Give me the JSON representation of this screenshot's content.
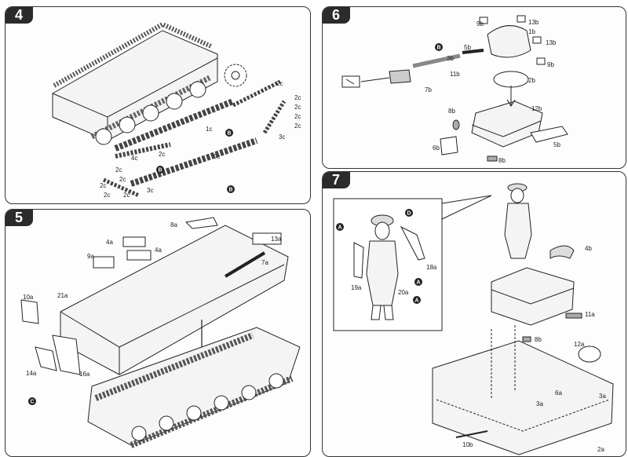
{
  "steps": [
    {
      "number": "4"
    },
    {
      "number": "5"
    },
    {
      "number": "6"
    },
    {
      "number": "7"
    }
  ],
  "step4": {
    "labels": [
      "1c",
      "2c",
      "2c",
      "2c",
      "2c",
      "2c",
      "2c",
      "2c",
      "2c",
      "2c",
      "2c",
      "2c",
      "3c",
      "3c",
      "4c",
      "5c"
    ],
    "callouts": [
      "B",
      "B",
      "B"
    ]
  },
  "step5": {
    "labels": [
      "8a",
      "13a",
      "4a",
      "4a",
      "9a",
      "7a",
      "21a",
      "10a",
      "16a",
      "14a"
    ],
    "callouts": [
      "C"
    ]
  },
  "step6": {
    "labels": [
      "9b",
      "13b",
      "1b",
      "13b",
      "9b",
      "3b",
      "5b",
      "11b",
      "7b",
      "2b",
      "8b",
      "12b",
      "6b",
      "8b",
      "5b"
    ],
    "callouts": [
      "B"
    ]
  },
  "step7": {
    "labels": [
      "D",
      "A",
      "A",
      "A",
      "18a",
      "19a",
      "20a",
      "4b",
      "11a",
      "8b",
      "12a",
      "6a",
      "3a",
      "3a",
      "10b",
      "2a"
    ]
  },
  "colors": {
    "ink": "#222222",
    "badge": "#2b2b2b",
    "paper": "#fdfdfd"
  }
}
